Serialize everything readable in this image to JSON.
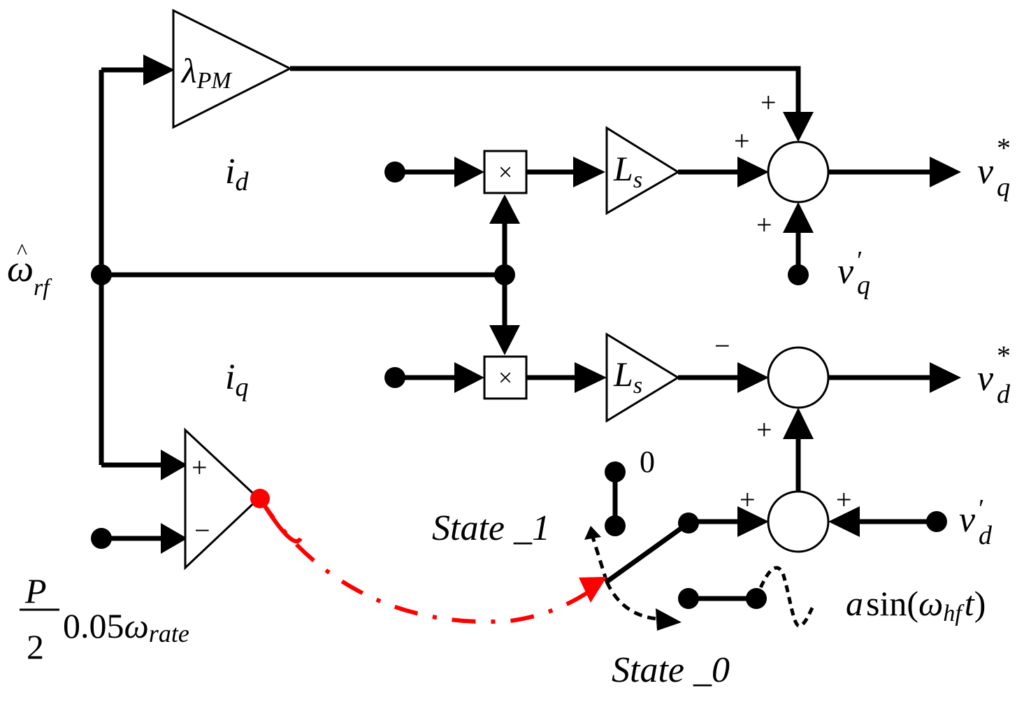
{
  "blocks": {
    "gain_lambda": {
      "main": "λ",
      "sub": "PM"
    },
    "gain_ls_top": {
      "main": "L",
      "sub": "s"
    },
    "gain_ls_bot": {
      "main": "L",
      "sub": "s"
    },
    "mult_symbol": "×"
  },
  "inputs": {
    "id": {
      "main": "i",
      "sub": "d"
    },
    "iq": {
      "main": "i",
      "sub": "q"
    },
    "omega": {
      "main": "ω",
      "hat": "^",
      "sub": "rf"
    },
    "vq_prime": {
      "main": "v",
      "prime": "′",
      "sub": "q"
    },
    "vd_prime": {
      "main": "v",
      "prime": "′",
      "sub": "d"
    },
    "threshold": {
      "num": "P",
      "den": "2",
      "rest_val": "0.05",
      "rest_omega": "ω",
      "rest_sub": "rate"
    }
  },
  "outputs": {
    "vq_star": {
      "main": "v",
      "sup": "*",
      "sub": "q"
    },
    "vd_star": {
      "main": "v",
      "sup": "*",
      "sub": "d"
    }
  },
  "signs": {
    "plus": "+",
    "minus": "−"
  },
  "switch": {
    "zero": "0",
    "state1": "State _1",
    "state0": "State _0",
    "injection": {
      "a": "a",
      "fn": "sin",
      "open": "(",
      "omega": "ω",
      "sub": "hf",
      "t": "t",
      "close": ")"
    }
  },
  "colors": {
    "wire": "#000000",
    "highlight": "#ff0000"
  }
}
